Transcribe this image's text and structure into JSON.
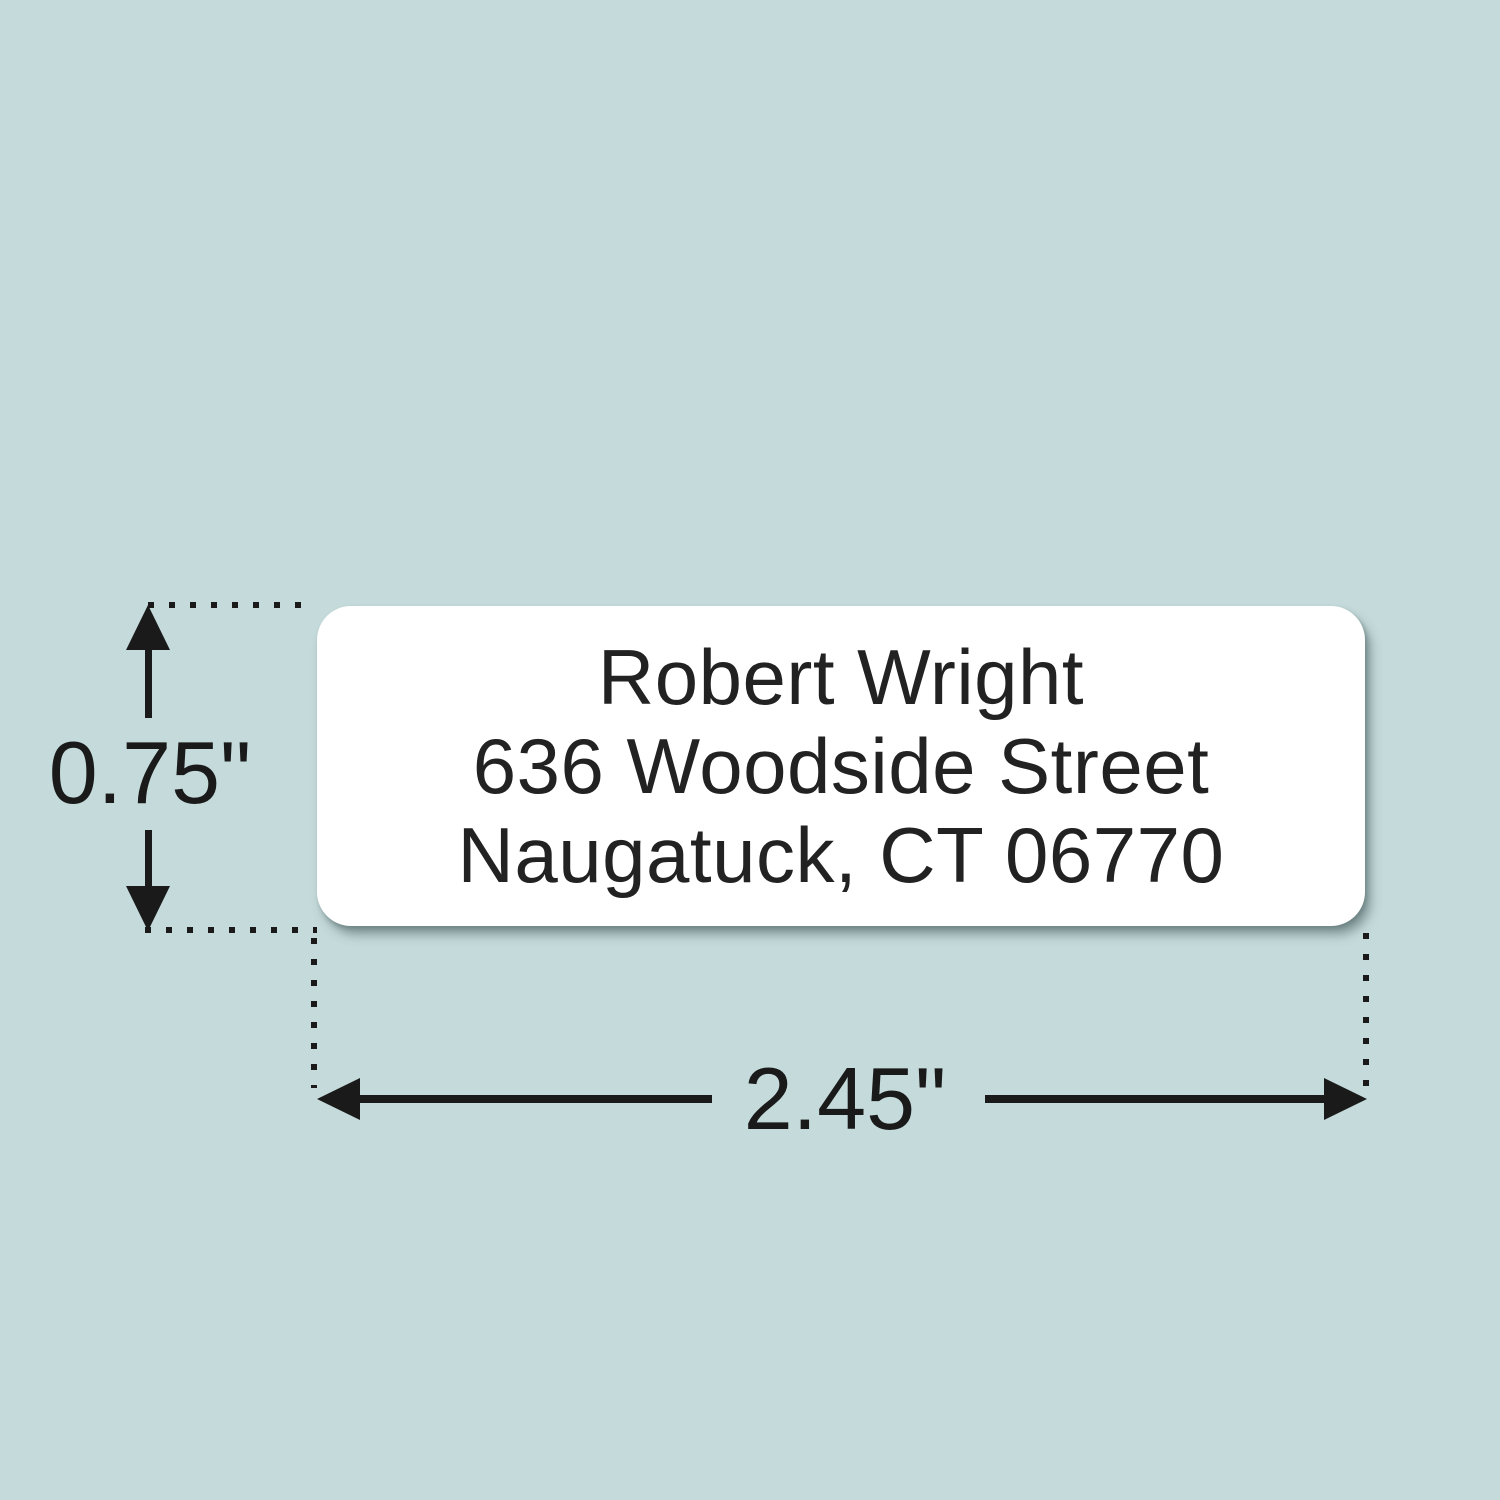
{
  "colors": {
    "background": "#c5dada",
    "ink": "#1a1a1a",
    "label_background": "#ffffff"
  },
  "label": {
    "line1": "Robert Wright",
    "line2": "636 Woodside Street",
    "line3": "Naugatuck, CT 06770"
  },
  "dimensions": {
    "height": "0.75\"",
    "width": "2.45\""
  }
}
